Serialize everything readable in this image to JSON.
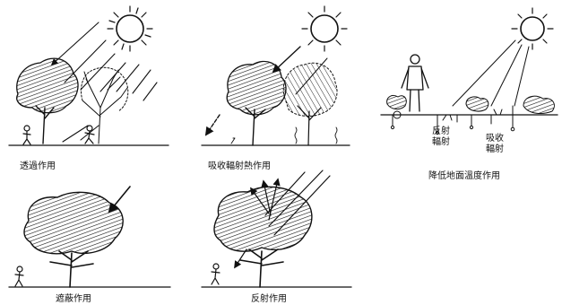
{
  "figure": {
    "panels": [
      {
        "id": "transmission",
        "caption": "透過作用"
      },
      {
        "id": "absorption",
        "caption": "吸收輻射熱作用"
      },
      {
        "id": "ground-cooling",
        "caption": "降低地面溫度作用",
        "labels": {
          "reflected": [
            "反射",
            "輻射"
          ],
          "absorbed": [
            "吸收",
            "輻射"
          ]
        }
      },
      {
        "id": "shading",
        "caption": "遮蔽作用"
      },
      {
        "id": "reflection",
        "caption": "反射作用"
      }
    ]
  }
}
